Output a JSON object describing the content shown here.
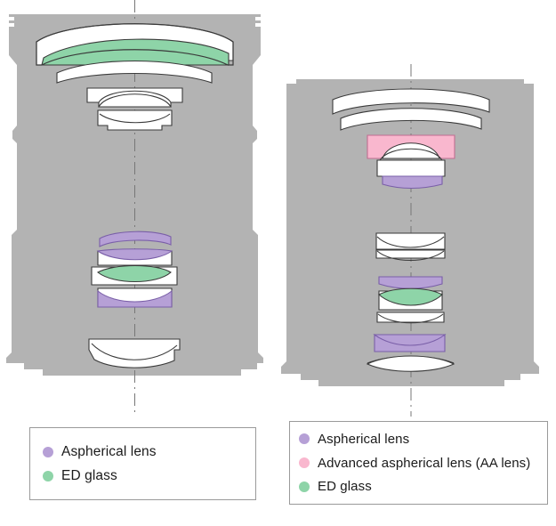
{
  "figure": {
    "title_visible": false,
    "background_color": "#ffffff",
    "barrel_fill": "#b3b3b3",
    "barrel_stroke": "none",
    "lens_outline_color": "#3a3a3a",
    "lens_white_fill": "#ffffff",
    "axis_line_color": "#777777"
  },
  "colors": {
    "aspherical": "#b6a0d6",
    "advanced_aspherical": "#f9b7ce",
    "ed_glass": "#8ed4a8",
    "white_glass": "#ffffff",
    "outline": "#3a3a3a",
    "legend_border": "#9a9a9a",
    "legend_text": "#1a1a1a"
  },
  "diagrams": [
    {
      "id": "left-lens-cross-section",
      "name": "left-lens-diagram",
      "element_count": 9,
      "elements": [
        {
          "index": 1,
          "type": "ed-glass",
          "shape": "large-meniscus"
        },
        {
          "index": 2,
          "type": "standard",
          "shape": "meniscus"
        },
        {
          "index": 3,
          "type": "standard",
          "shape": "biconvex"
        },
        {
          "index": 4,
          "type": "standard",
          "shape": "plano-convex"
        },
        {
          "index": 5,
          "type": "aspherical",
          "shape": "meniscus"
        },
        {
          "index": 6,
          "type": "aspherical",
          "shape": "biconvex"
        },
        {
          "index": 7,
          "type": "ed-glass",
          "shape": "biconvex"
        },
        {
          "index": 8,
          "type": "aspherical",
          "shape": "biconcave"
        },
        {
          "index": 9,
          "type": "standard",
          "shape": "concave-rear"
        }
      ]
    },
    {
      "id": "right-lens-cross-section",
      "name": "right-lens-diagram",
      "element_count": 11,
      "elements": [
        {
          "index": 1,
          "type": "standard",
          "shape": "meniscus"
        },
        {
          "index": 2,
          "type": "standard",
          "shape": "meniscus"
        },
        {
          "index": 3,
          "type": "advanced-aspherical",
          "shape": "aa-lens"
        },
        {
          "index": 4,
          "type": "standard",
          "shape": "convex"
        },
        {
          "index": 5,
          "type": "aspherical",
          "shape": "thin-meniscus"
        },
        {
          "index": 6,
          "type": "standard",
          "shape": "biconvex"
        },
        {
          "index": 7,
          "type": "standard",
          "shape": "plano-concave"
        },
        {
          "index": 8,
          "type": "aspherical",
          "shape": "plano-convex"
        },
        {
          "index": 9,
          "type": "ed-glass",
          "shape": "biconvex"
        },
        {
          "index": 10,
          "type": "aspherical",
          "shape": "biconcave"
        },
        {
          "index": 11,
          "type": "standard",
          "shape": "convex-rear"
        }
      ]
    }
  ],
  "legend_left": {
    "name": "left-legend",
    "items": [
      {
        "label": "Aspherical lens",
        "color": "#b6a0d6"
      },
      {
        "label": "ED glass",
        "color": "#8ed4a8"
      }
    ]
  },
  "legend_right": {
    "name": "right-legend",
    "items": [
      {
        "label": "Aspherical lens",
        "color": "#b6a0d6"
      },
      {
        "label": "Advanced aspherical lens (AA lens)",
        "color": "#f9b7ce"
      },
      {
        "label": "ED glass",
        "color": "#8ed4a8"
      }
    ]
  }
}
